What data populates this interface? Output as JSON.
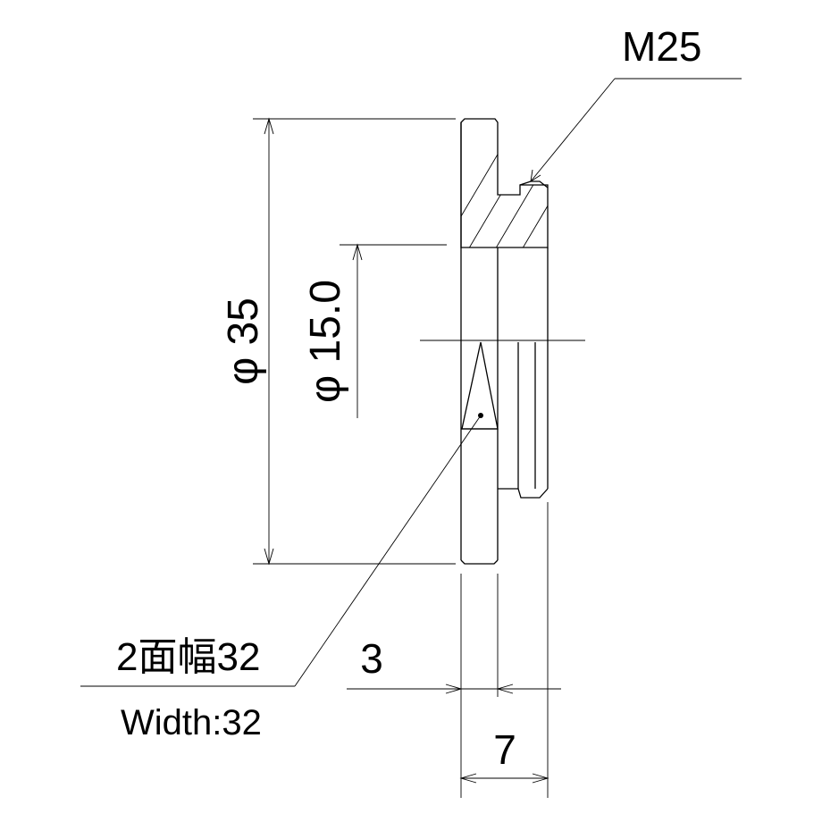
{
  "dimensions": {
    "thread": "M25",
    "outer_diameter": "φ 35",
    "inner_diameter": "φ 15.0",
    "flange_thickness": "3",
    "total_length": "7",
    "width_across_flats_jp": "2面幅32",
    "width_across_flats_en": "Width:32"
  }
}
